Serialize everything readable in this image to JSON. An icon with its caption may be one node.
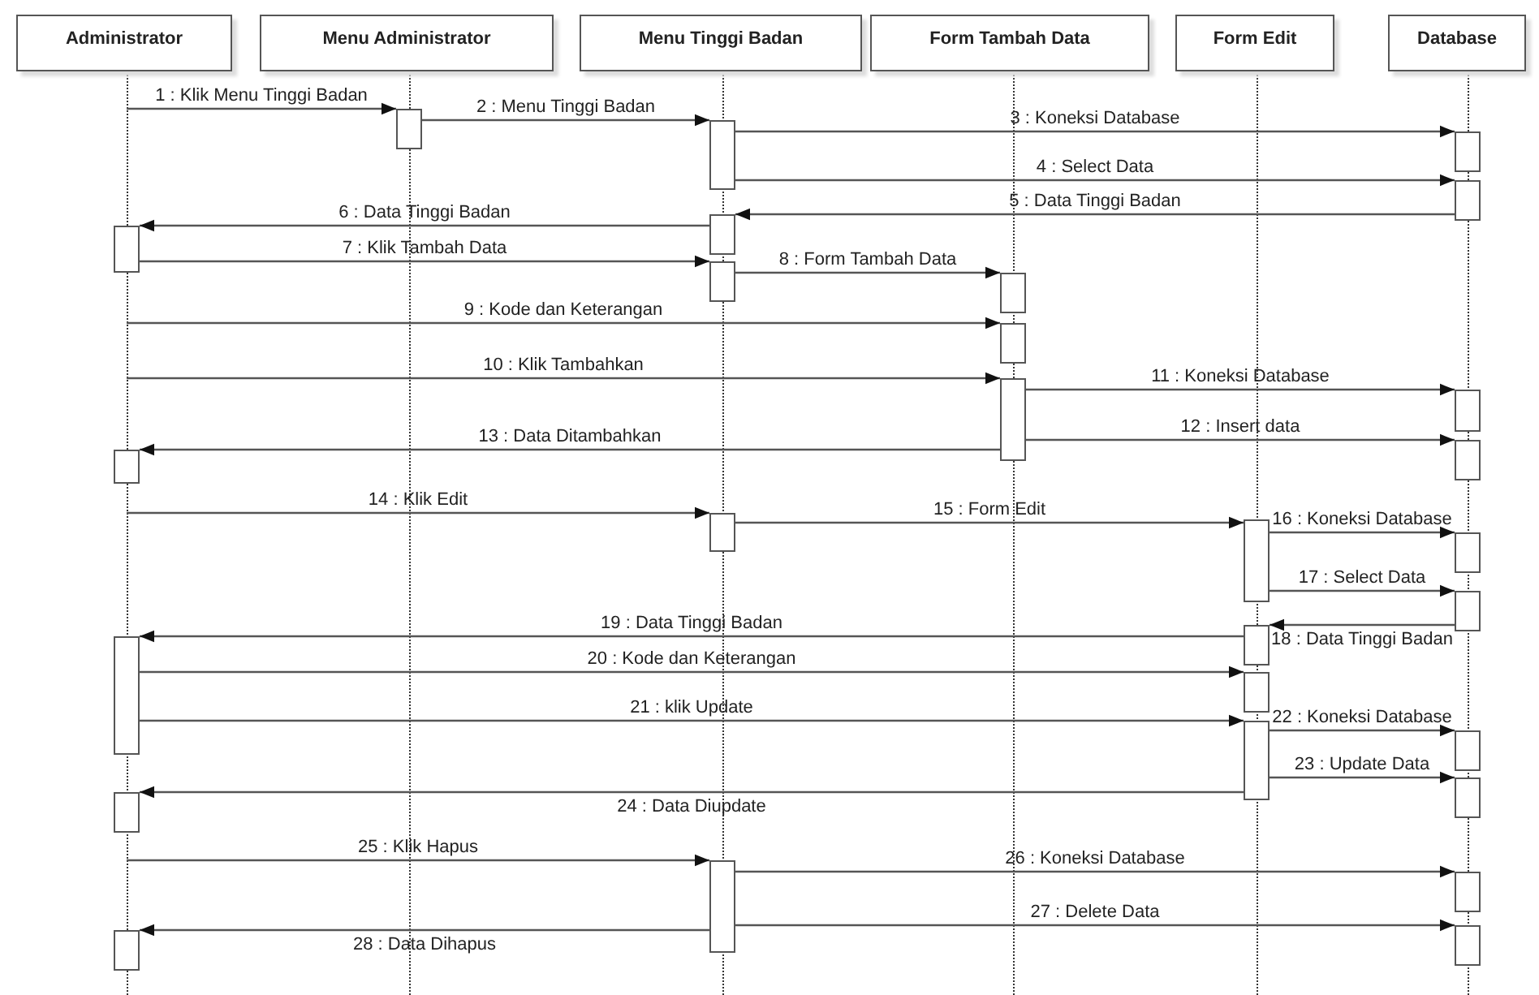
{
  "diagram": {
    "nodes": [
      {
        "text": [
          "Administrator"
        ]
      },
      {
        "text": [
          "Menu Administrator"
        ]
      },
      {
        "text": [
          "Menu Tinggi Badan"
        ]
      },
      {
        "text": [
          "Form Tambah Data"
        ]
      },
      {
        "text": [
          "Form Edit"
        ]
      },
      {
        "text": [
          "Database"
        ]
      },
      {
        "text": [],
        "shape": "bar"
      },
      {
        "text": [],
        "shape": "bar"
      },
      {
        "text": [],
        "shape": "bar"
      },
      {
        "text": [],
        "shape": "bar"
      },
      {
        "text": [],
        "shape": "bar"
      },
      {
        "text": [],
        "shape": "bar"
      },
      {
        "text": [],
        "shape": "bar"
      },
      {
        "text": [],
        "shape": "bar"
      },
      {
        "text": [],
        "shape": "bar"
      },
      {
        "text": [],
        "shape": "bar"
      },
      {
        "text": [],
        "shape": "bar"
      },
      {
        "text": [],
        "shape": "bar"
      },
      {
        "text": [],
        "shape": "bar"
      },
      {
        "text": [],
        "shape": "bar"
      },
      {
        "text": [],
        "shape": "bar"
      },
      {
        "text": [],
        "shape": "bar"
      },
      {
        "text": [],
        "shape": "bar"
      },
      {
        "text": [],
        "shape": "bar"
      },
      {
        "text": [],
        "shape": "bar"
      },
      {
        "text": [],
        "shape": "bar"
      },
      {
        "text": [],
        "shape": "bar"
      },
      {
        "text": [],
        "shape": "bar"
      },
      {
        "text": [],
        "shape": "bar"
      },
      {
        "text": [],
        "shape": "bar"
      },
      {
        "text": [],
        "shape": "bar"
      },
      {
        "text": [],
        "shape": "bar"
      },
      {
        "text": [],
        "shape": "bar"
      },
      {
        "text": [],
        "shape": "bar"
      }
    ],
    "edges": [
      {
        "from": null,
        "to": 6,
        "arrow": "to",
        "label": "1 : Klik Menu Tinggi Badan"
      },
      {
        "from": 6,
        "to": 7,
        "arrow": "to",
        "label": "2 : Menu Tinggi Badan"
      },
      {
        "from": 7,
        "to": 8,
        "arrow": "to",
        "label": "3 : Koneksi Database"
      },
      {
        "from": 7,
        "to": 9,
        "arrow": "to",
        "label": "4 : Select Data"
      },
      {
        "from": 9,
        "to": 10,
        "arrow": "to",
        "label": "5 : Data Tinggi Badan"
      },
      {
        "from": 10,
        "to": 11,
        "arrow": "to",
        "label": "6 : Data Tinggi Badan"
      },
      {
        "from": 11,
        "to": 12,
        "arrow": "to",
        "label": "7 : Klik Tambah Data"
      },
      {
        "from": 12,
        "to": 13,
        "arrow": "to",
        "label": "8 : Form Tambah Data"
      },
      {
        "from": null,
        "to": 14,
        "arrow": "to",
        "label": "9 : Kode dan Keterangan"
      },
      {
        "from": null,
        "to": 15,
        "arrow": "to",
        "label": "10 : Klik Tambahkan"
      },
      {
        "from": 15,
        "to": 16,
        "arrow": "to",
        "label": "11 : Koneksi Database"
      },
      {
        "from": 15,
        "to": 17,
        "arrow": "to",
        "label": "12 : Insert data"
      },
      {
        "from": 15,
        "to": 18,
        "arrow": "to",
        "label": "13 : Data Ditambahkan"
      },
      {
        "from": null,
        "to": 19,
        "arrow": "to",
        "label": "14 : Klik Edit"
      },
      {
        "from": 19,
        "to": 20,
        "arrow": "to",
        "label": "15 : Form Edit"
      },
      {
        "from": 20,
        "to": 21,
        "arrow": "to",
        "label": "16 : Koneksi Database"
      },
      {
        "from": 20,
        "to": 22,
        "arrow": "to",
        "label": "17 : Select Data"
      },
      {
        "from": 22,
        "to": 23,
        "arrow": "to",
        "label": "18 : Data Tinggi Badan"
      },
      {
        "from": 23,
        "to": 24,
        "arrow": "to",
        "label": "19 : Data Tinggi Badan"
      },
      {
        "from": 24,
        "to": 25,
        "arrow": "to",
        "label": "20 : Kode dan Keterangan"
      },
      {
        "from": 24,
        "to": 26,
        "arrow": "to",
        "label": "21 : klik Update"
      },
      {
        "from": 26,
        "to": 27,
        "arrow": "to",
        "label": "22 : Koneksi Database"
      },
      {
        "from": 26,
        "to": 28,
        "arrow": "to",
        "label": "23 : Update Data"
      },
      {
        "from": 26,
        "to": 29,
        "arrow": "to",
        "label": "24 : Data Diupdate"
      },
      {
        "from": null,
        "to": 30,
        "arrow": "to",
        "label": "25 : Klik Hapus"
      },
      {
        "from": 30,
        "to": 31,
        "arrow": "to",
        "label": "26 : Koneksi Database"
      },
      {
        "from": 30,
        "to": 32,
        "arrow": "to",
        "label": "27 : Delete Data"
      },
      {
        "from": 30,
        "to": 33,
        "arrow": "to",
        "label": "28 : Data Dihapus"
      }
    ]
  }
}
